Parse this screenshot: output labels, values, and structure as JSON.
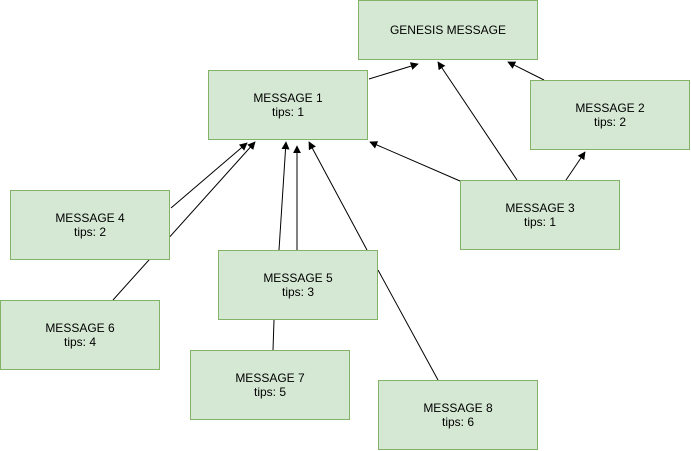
{
  "nodes": {
    "genesis": {
      "title": "GENESIS MESSAGE"
    },
    "m1": {
      "title": "MESSAGE 1",
      "tips": "tips: 1"
    },
    "m2": {
      "title": "MESSAGE 2",
      "tips": "tips: 2"
    },
    "m3": {
      "title": "MESSAGE 3",
      "tips": "tips: 1"
    },
    "m4": {
      "title": "MESSAGE 4",
      "tips": "tips: 2"
    },
    "m5": {
      "title": "MESSAGE 5",
      "tips": "tips: 3"
    },
    "m6": {
      "title": "MESSAGE 6",
      "tips": "tips: 4"
    },
    "m7": {
      "title": "MESSAGE 7",
      "tips": "tips: 5"
    },
    "m8": {
      "title": "MESSAGE 8",
      "tips": "tips: 6"
    }
  },
  "edges": [
    {
      "from": "MESSAGE 1",
      "to": "GENESIS MESSAGE"
    },
    {
      "from": "MESSAGE 2",
      "to": "GENESIS MESSAGE"
    },
    {
      "from": "MESSAGE 3",
      "to": "GENESIS MESSAGE"
    },
    {
      "from": "MESSAGE 3",
      "to": "MESSAGE 1"
    },
    {
      "from": "MESSAGE 3",
      "to": "MESSAGE 2"
    },
    {
      "from": "MESSAGE 4",
      "to": "MESSAGE 1"
    },
    {
      "from": "MESSAGE 6",
      "to": "MESSAGE 1"
    },
    {
      "from": "MESSAGE 5",
      "to": "MESSAGE 1"
    },
    {
      "from": "MESSAGE 7",
      "to": "MESSAGE 1"
    },
    {
      "from": "MESSAGE 8",
      "to": "MESSAGE 1"
    }
  ],
  "colors": {
    "node_fill": "#d5e8d4",
    "node_border": "#82b366",
    "edge": "#000000"
  }
}
